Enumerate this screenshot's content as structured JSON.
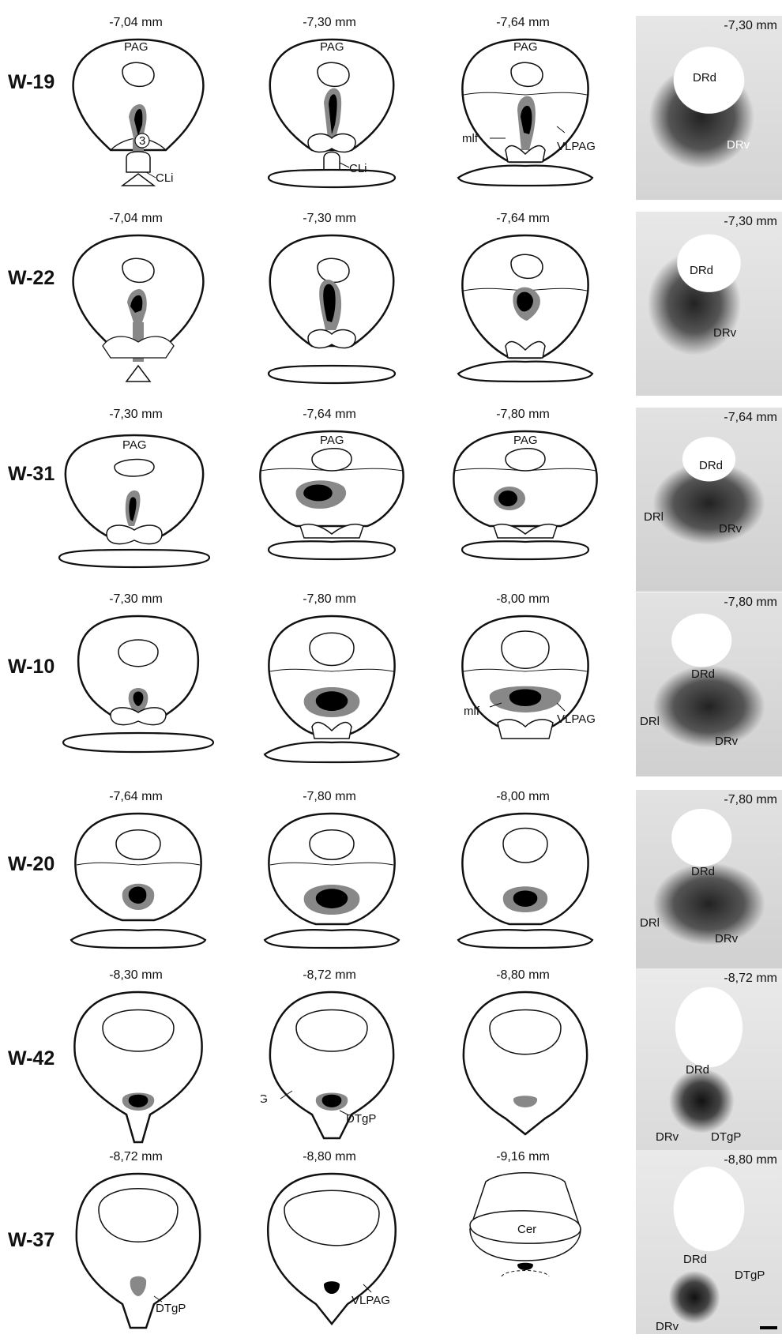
{
  "rows": [
    {
      "id": "W-19",
      "depths": [
        "-7,04 mm",
        "-7,30 mm",
        "-7,64 mm"
      ],
      "photo_depth": "-7,30 mm",
      "labels": {
        "s1_top": "PAG",
        "s1_num": "3",
        "s1_cli": "CLi",
        "s2_top": "PAG",
        "s2_cli": "CLi",
        "s3_top": "PAG",
        "s3_mlf": "mlf",
        "s3_vlpag": "VLPAG"
      },
      "photo_labels": {
        "drd": "DRd",
        "drv": "DRv"
      }
    },
    {
      "id": "W-22",
      "depths": [
        "-7,04 mm",
        "-7,30 mm",
        "-7,64 mm"
      ],
      "photo_depth": "-7,30 mm",
      "labels": {},
      "photo_labels": {
        "drd": "DRd",
        "drv": "DRv"
      }
    },
    {
      "id": "W-31",
      "depths": [
        "-7,30 mm",
        "-7,64 mm",
        "-7,80 mm"
      ],
      "photo_depth": "-7,64 mm",
      "labels": {
        "s1_top": "PAG",
        "s2_top": "PAG",
        "s3_top": "PAG"
      },
      "photo_labels": {
        "drd": "DRd",
        "drl": "DRl",
        "drv": "DRv"
      }
    },
    {
      "id": "W-10",
      "depths": [
        "-7,30 mm",
        "-7,80 mm",
        "-8,00 mm"
      ],
      "photo_depth": "-7,80 mm",
      "labels": {
        "s3_mlf": "mlf",
        "s3_vlpag": "VLPAG"
      },
      "photo_labels": {
        "drd": "DRd",
        "drl": "DRl",
        "drv": "DRv"
      }
    },
    {
      "id": "W-20",
      "depths": [
        "-7,64 mm",
        "-7,80 mm",
        "-8,00 mm"
      ],
      "photo_depth": "-7,80 mm",
      "labels": {},
      "photo_labels": {
        "drd": "DRd",
        "drl": "DRl",
        "drv": "DRv"
      }
    },
    {
      "id": "W-42",
      "depths": [
        "-8,30 mm",
        "-8,72 mm",
        "-8,80 mm"
      ],
      "photo_depth": "-8,72 mm",
      "labels": {
        "s2_vlpag": "VLPAG",
        "s2_dtgp": "DTgP"
      },
      "photo_labels": {
        "drd": "DRd",
        "drv": "DRv",
        "dtgp": "DTgP"
      }
    },
    {
      "id": "W-37",
      "depths": [
        "-8,72 mm",
        "-8,80 mm",
        "-9,16 mm"
      ],
      "photo_depth": "-8,80 mm",
      "labels": {
        "s1_dtgp": "DTgP",
        "s2_vlpag": "VLPAG",
        "s3_cer": "Cer"
      },
      "photo_labels": {
        "drd": "DRd",
        "dtgp": "DTgP",
        "drv": "DRv"
      }
    }
  ]
}
